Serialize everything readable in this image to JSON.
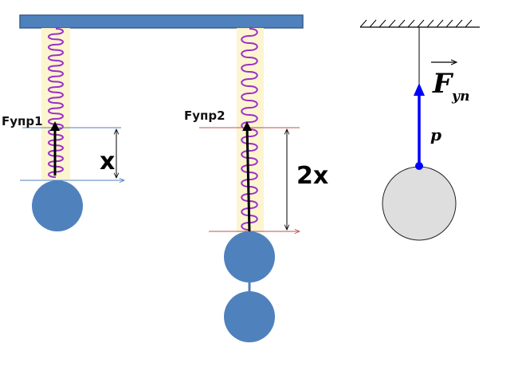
{
  "labels": {
    "force1": "Fупр1",
    "force2": "Fупр2",
    "ext1": "x",
    "ext2": "2x",
    "force_main": "F",
    "force_sub": "уп",
    "weight": "p"
  },
  "colors": {
    "support_fill": "#4f81bd",
    "support_stroke": "#385d8a",
    "ball_fill": "#4f81bd",
    "spring_purple": "#9b30c8",
    "spring_glow": "#fbf3c8",
    "blue_guide": "#4f81bd",
    "red_guide": "#c0504d",
    "force_vector": "#0000ff",
    "hanging_ball_fill": "#dedede",
    "dot": "#0000ff"
  },
  "icons": [
    "ceiling-hatch-icon",
    "vector-arrow-icon"
  ]
}
